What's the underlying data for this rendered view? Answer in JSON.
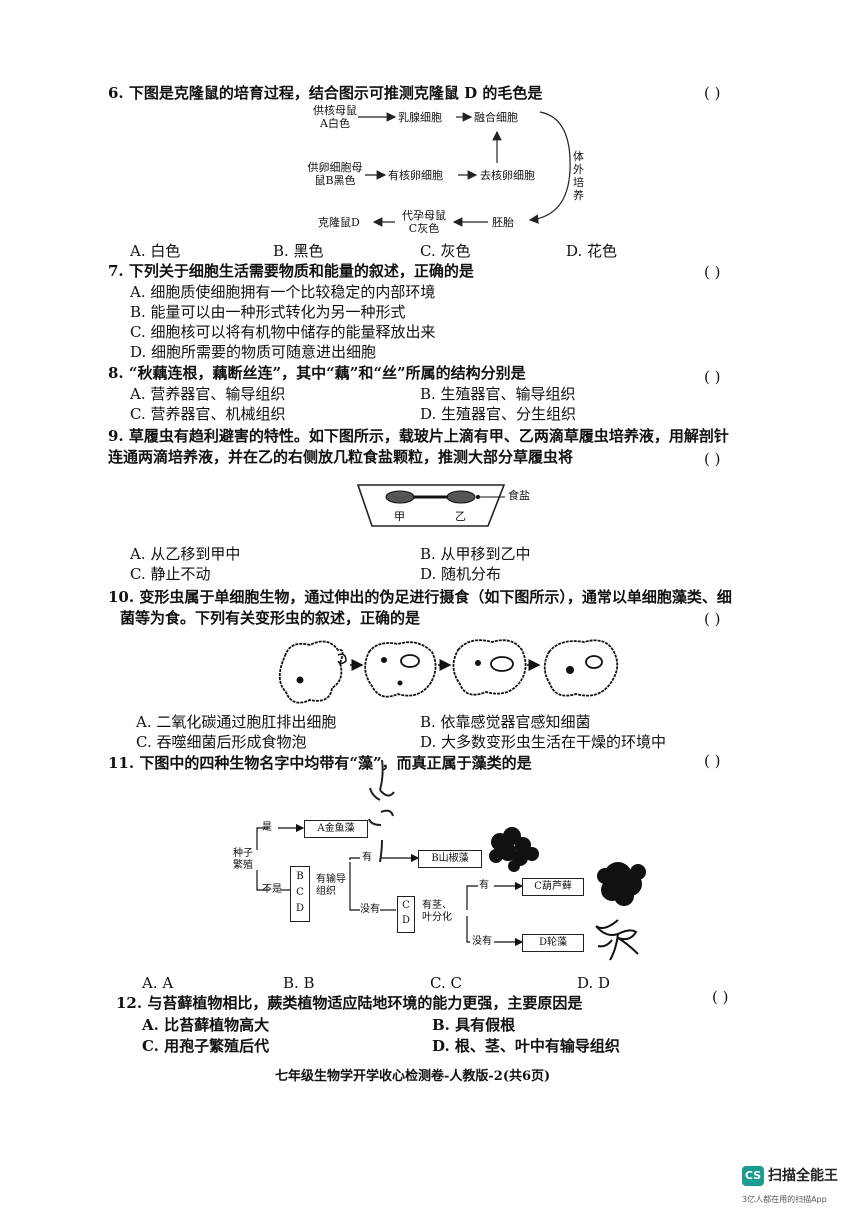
{
  "paren": "(      )",
  "q6": {
    "stem": "6. 下图是克隆鼠的培育过程，结合图示可推测克隆鼠 D 的毛色是",
    "diagram": {
      "donor_nucleus": [
        "供核母鼠",
        "A白色"
      ],
      "mammary_cell": "乳腺细胞",
      "fusion_cell": "融合细胞",
      "donor_egg": [
        "供卵细胞母",
        "鼠B黑色"
      ],
      "nucleated_egg": "有核卵细胞",
      "enucleated_egg": "去核卵细胞",
      "culture": "体外培养",
      "embryo": "胚胎",
      "surrogate": [
        "代孕母鼠",
        "C灰色"
      ],
      "clone": "克隆鼠D"
    },
    "options": [
      "A. 白色",
      "B. 黑色",
      "C. 灰色",
      "D. 花色"
    ]
  },
  "q7": {
    "stem": "7. 下列关于细胞生活需要物质和能量的叙述，正确的是",
    "options": [
      "A. 细胞质使细胞拥有一个比较稳定的内部环境",
      "B. 能量可以由一种形式转化为另一种形式",
      "C. 细胞核可以将有机物中储存的能量释放出来",
      "D. 细胞所需要的物质可随意进出细胞"
    ]
  },
  "q8": {
    "stem": "8. “秋藕连根，藕断丝连”，其中“藕”和“丝”所属的结构分别是",
    "options": [
      "A. 营养器官、输导组织",
      "B. 生殖器官、输导组织",
      "C. 营养器官、机械组织",
      "D. 生殖器官、分生组织"
    ]
  },
  "q9": {
    "stem_line1": "9. 草履虫有趋利避害的特性。如下图所示，载玻片上滴有甲、乙两滴草履虫培养液，用解剖针",
    "stem_line2": "连通两滴培养液，并在乙的右侧放几粒食盐颗粒，推测大部分草履虫将",
    "diagram": {
      "salt": "食盐",
      "left": "甲",
      "right": "乙"
    },
    "options": [
      "A. 从乙移到甲中",
      "B. 从甲移到乙中",
      "C. 静止不动",
      "D. 随机分布"
    ]
  },
  "q10": {
    "stem_line1": "10. 变形虫属于单细胞生物，通过伸出的伪足进行摄食（如下图所示），通常以单细胞藻类、细",
    "stem_line2": "菌等为食。下列有关变形虫的叙述，正确的是",
    "options": [
      "A. 二氧化碳通过胞肛排出细胞",
      "B. 依靠感觉器官感知细菌",
      "C. 吞噬细菌后形成食物泡",
      "D. 大多数变形虫生活在干燥的环境中"
    ]
  },
  "q11": {
    "stem": "11. 下图中的四种生物名字中均带有“藻”，而真正属于藻类的是",
    "diagram": {
      "root": [
        "种子",
        "繁殖"
      ],
      "yes": "是",
      "no": "不是",
      "a": "A金鱼藻",
      "bcd": [
        "B",
        "C",
        "D"
      ],
      "vascular": [
        "有输导",
        "组织"
      ],
      "has": "有",
      "b": "B山椒藻",
      "none": "没有",
      "cd": [
        "C",
        "D"
      ],
      "stem_leaf": [
        "有茎、",
        "叶分化"
      ],
      "has2": "有",
      "c": "C葫芦藓",
      "none2": "没有",
      "d": "D轮藻"
    },
    "options": [
      "A. A",
      "B. B",
      "C. C",
      "D. D"
    ]
  },
  "q12": {
    "stem": "12. 与苔藓植物相比，蕨类植物适应陆地环境的能力更强，主要原因是",
    "options": [
      "A. 比苔藓植物高大",
      "B. 具有假根",
      "C. 用孢子繁殖后代",
      "D. 根、茎、叶中有输导组织"
    ]
  },
  "footer": "七年级生物学开学收心检测卷-人教版-2(共6页)",
  "watermark": {
    "badge": "CS",
    "name": "扫描全能王",
    "slogan": "3亿人都在用的扫描App"
  }
}
